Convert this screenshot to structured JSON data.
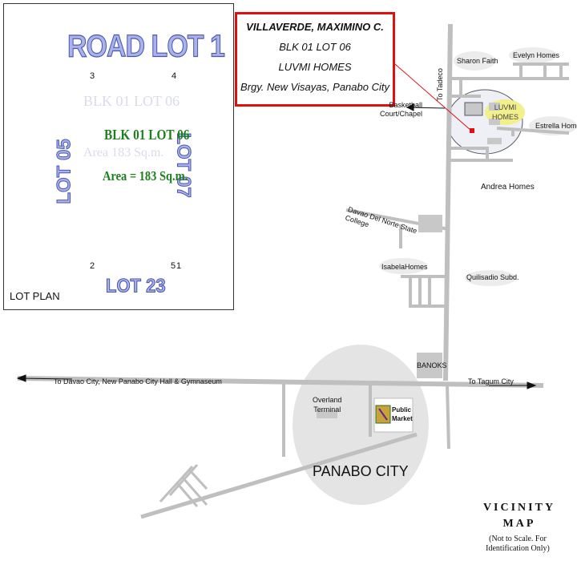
{
  "lot_plan": {
    "road": "ROAD LOT 1",
    "lot_left": "LOT 05",
    "lot_right": "LOT 07",
    "lot_bottom": "LOT 23",
    "block_lot": "BLK 01 LOT 06",
    "area": "Area = 183 Sq.m.",
    "ghost_block": "BLK 01 LOT 06",
    "ghost_area": "Area  183 Sq.m.",
    "corners": [
      "1",
      "2",
      "3",
      "4",
      "5"
    ],
    "caption": "LOT PLAN"
  },
  "owner": {
    "name": "VILLAVERDE, MAXIMINO C.",
    "block_lot": "BLK 01 LOT 06",
    "subdivision": "LUVMI HOMES",
    "address": "Brgy. New Visayas, Panabo City"
  },
  "map": {
    "places": {
      "sharon": "Sharon Faith",
      "evelyn": "Evelyn Homes",
      "tadeco": "To Tadeco",
      "basketball": "Basketball\nCourt/Chapel",
      "luvmi": "LUVMI\nHOMES",
      "estrella": "Estrella Homes",
      "andrea": "Andrea Homes",
      "college": "Davao Del Norte State\nCollege",
      "isabela": "IsabelaHomes",
      "quilisadio": "Quilisadio Subd.",
      "banoks": "BANOKS",
      "to_davao": "To Davao City, New Panabo City Hall & Gymnaseum",
      "to_tagum": "To Tagum City",
      "terminal": "Overland\nTerminal",
      "market": "Public\nMarket",
      "city": "PANABO CITY"
    },
    "colors": {
      "road": "#bfbfbf",
      "block": "#c8c8c8",
      "area_fill": "#e4e4e4",
      "highlight": "#f2f08a",
      "lot_marker": "#e01010",
      "frame": "#e01010"
    }
  },
  "legend": {
    "title": "VICINITY\nMAP",
    "note": "(Not to Scale. For\nIdentification Only)"
  }
}
